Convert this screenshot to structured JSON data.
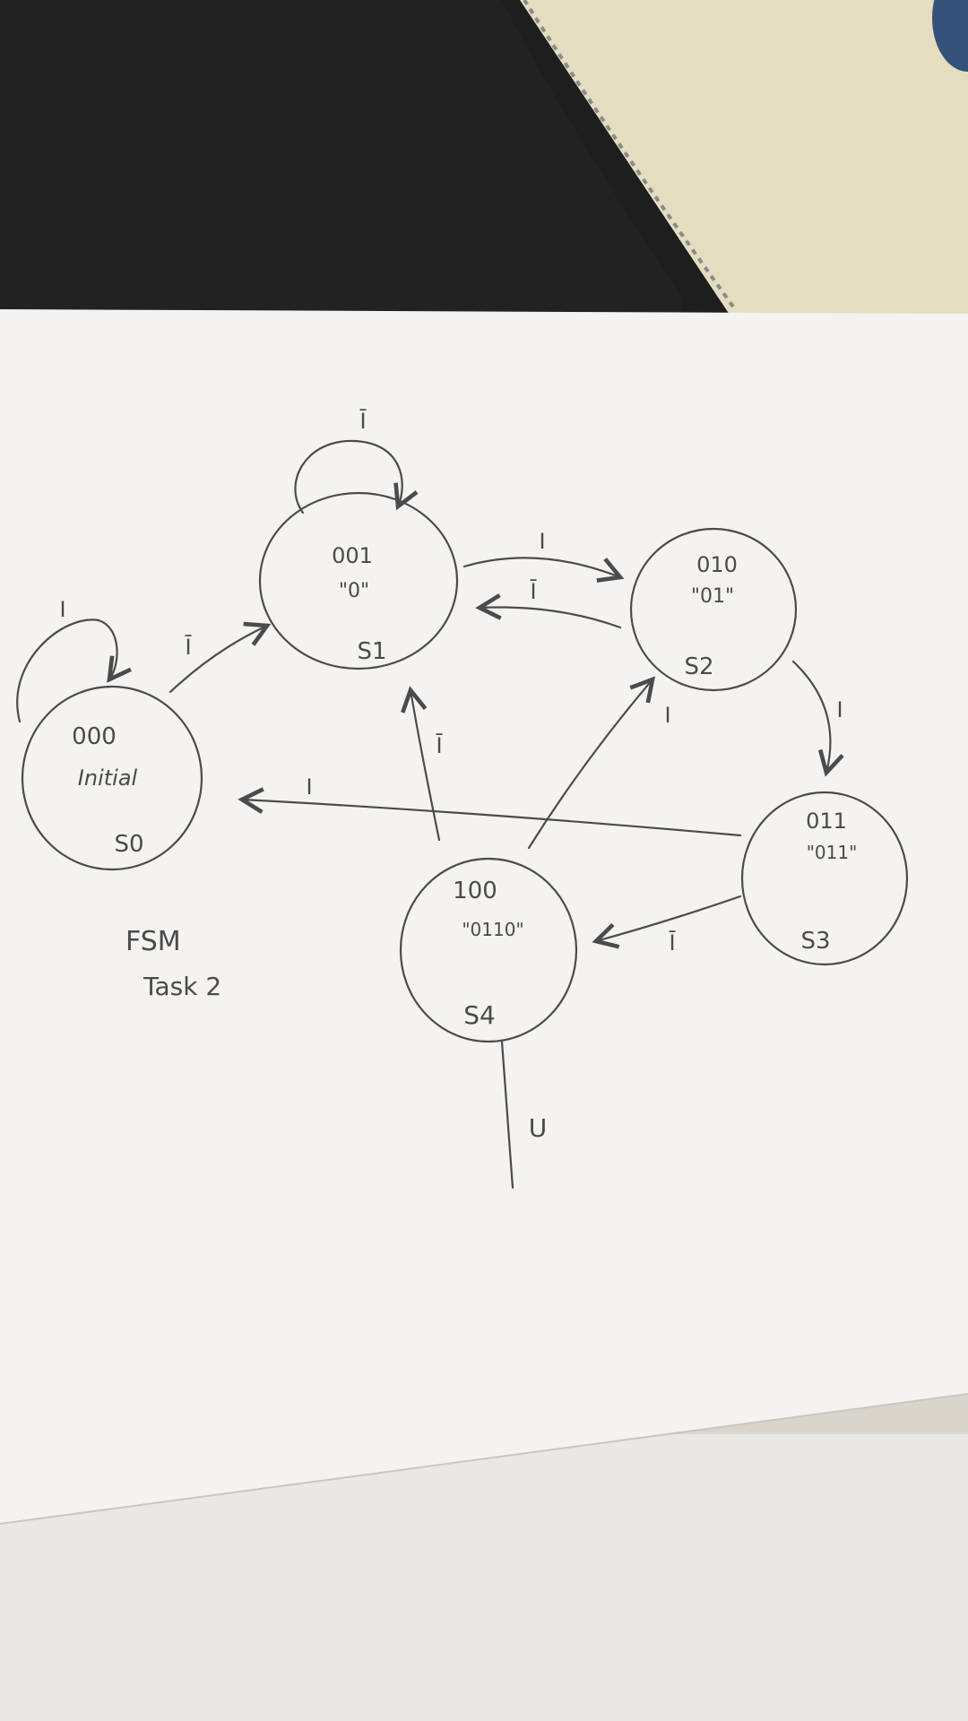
{
  "colors": {
    "desk_dark": "#1f1f1f",
    "desk_light": "#e6dfc3",
    "paper": "#f4f3f1",
    "pencil": "#4b4b4b"
  },
  "diagram": {
    "states": [
      {
        "id": "S0",
        "code": "000",
        "output": "Initial",
        "label": "S0"
      },
      {
        "id": "S1",
        "code": "001",
        "output": "\"0\"",
        "label": "S1"
      },
      {
        "id": "S2",
        "code": "010",
        "output": "\"01\"",
        "label": "S2"
      },
      {
        "id": "S3",
        "code": "011",
        "output": "\"011\"",
        "label": "S3"
      },
      {
        "id": "S4",
        "code": "100",
        "output": "\"0110\"",
        "label": "S4"
      }
    ],
    "transitions": [
      {
        "from": "S0",
        "to": "S0",
        "label": "I"
      },
      {
        "from": "S0",
        "to": "S1",
        "label": "Ī"
      },
      {
        "from": "S1",
        "to": "S1",
        "label": "Ī"
      },
      {
        "from": "S1",
        "to": "S2",
        "label": "I"
      },
      {
        "from": "S2",
        "to": "S1",
        "label": "Ī"
      },
      {
        "from": "S2",
        "to": "S3",
        "label": "I"
      },
      {
        "from": "S3",
        "to": "S0",
        "label": "I"
      },
      {
        "from": "S3",
        "to": "S4",
        "label": "Ī"
      },
      {
        "from": "S4",
        "to": "S1",
        "label": "Ī"
      },
      {
        "from": "S4",
        "to": "S2",
        "label": "I"
      }
    ],
    "output_line_label": "U",
    "note_line1": "FSM",
    "note_line2": "Task 2"
  }
}
